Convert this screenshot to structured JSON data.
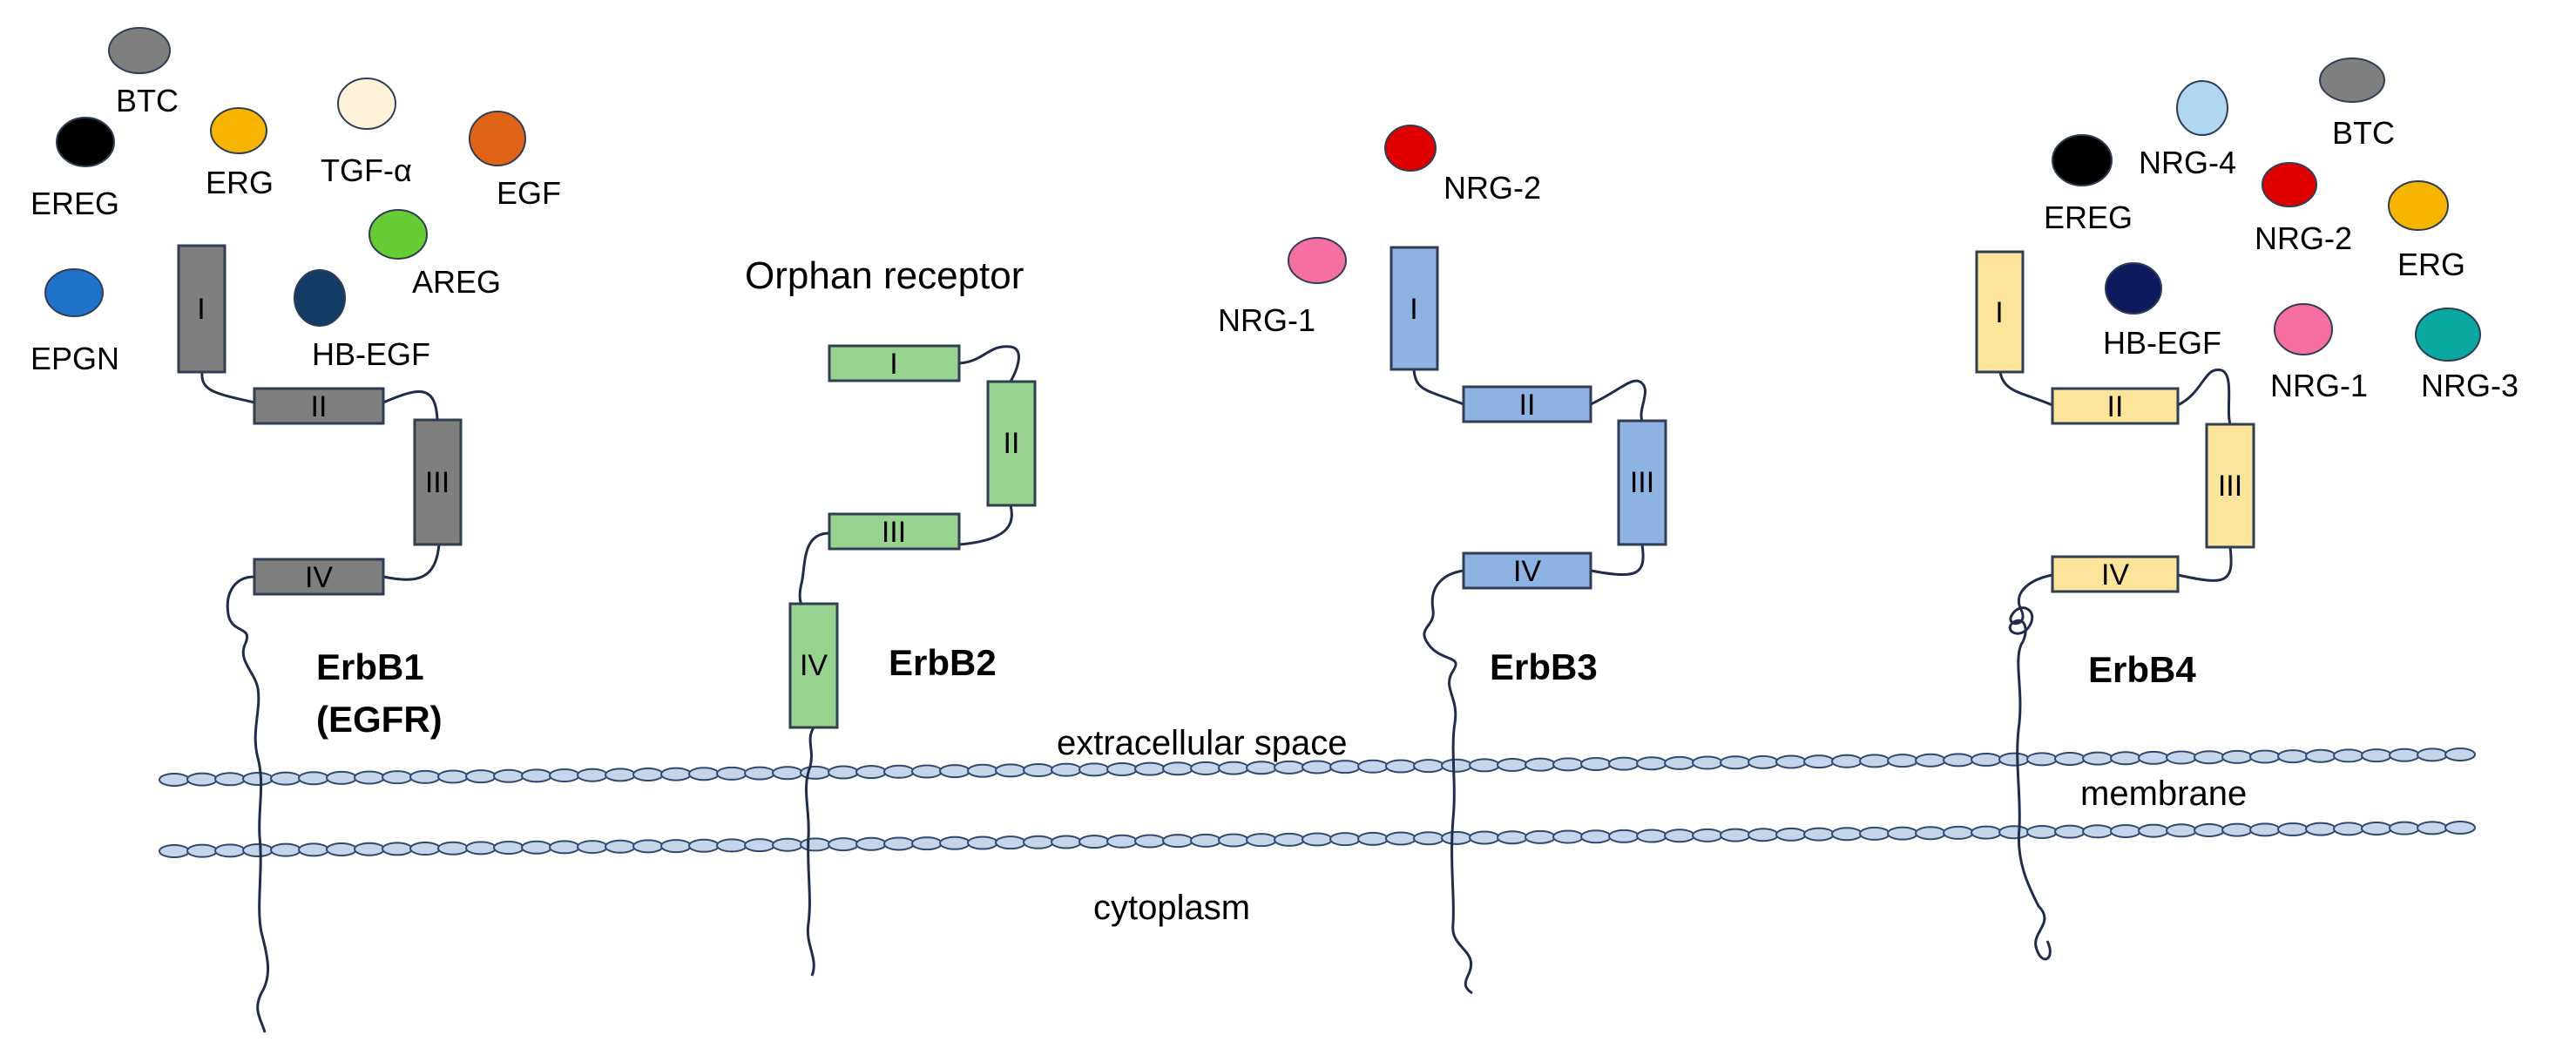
{
  "colors": {
    "erbb1_domain": "#7f7f7f",
    "erbb2_domain": "#97d38f",
    "erbb3_domain": "#8eb3e3",
    "erbb4_domain": "#fde49b",
    "domain_border": "#2f3d55",
    "membrane_bead": "#c5d5ea",
    "membrane_bead_edge": "#2e4a6e"
  },
  "regions": {
    "extracellular": "extracellular space",
    "membrane": "membrane",
    "cytoplasm": "cytoplasm"
  },
  "domain_labels": [
    "I",
    "II",
    "III",
    "IV"
  ],
  "receptors": [
    {
      "id": "erbb1",
      "title": "ErbB1",
      "subtitle": "(EGFR)"
    },
    {
      "id": "erbb2",
      "title": "ErbB2",
      "note": "Orphan receptor"
    },
    {
      "id": "erbb3",
      "title": "ErbB3"
    },
    {
      "id": "erbb4",
      "title": "ErbB4"
    }
  ],
  "ligands": {
    "erbb1": [
      {
        "label": "BTC",
        "color": "#7f7f7f",
        "icon": "ellipse"
      },
      {
        "label": "EREG",
        "color": "#000000",
        "icon": "ellipse"
      },
      {
        "label": "ERG",
        "color": "#f7b500",
        "icon": "ellipse"
      },
      {
        "label": "TGF-α",
        "color": "#fdf2d8",
        "icon": "ellipse"
      },
      {
        "label": "EGF",
        "color": "#e06418",
        "icon": "ellipse"
      },
      {
        "label": "AREG",
        "color": "#66cc33",
        "icon": "ellipse"
      },
      {
        "label": "EPGN",
        "color": "#1e73c8",
        "icon": "ellipse"
      },
      {
        "label": "HB-EGF",
        "color": "#143a66",
        "icon": "ellipse"
      }
    ],
    "erbb3": [
      {
        "label": "NRG-2",
        "color": "#e00000",
        "icon": "ellipse"
      },
      {
        "label": "NRG-1",
        "color": "#f66fa0",
        "icon": "ellipse"
      }
    ],
    "erbb4": [
      {
        "label": "NRG-4",
        "color": "#b0d6f0",
        "icon": "ellipse"
      },
      {
        "label": "BTC",
        "color": "#7f7f7f",
        "icon": "ellipse"
      },
      {
        "label": "EREG",
        "color": "#000000",
        "icon": "ellipse"
      },
      {
        "label": "NRG-2",
        "color": "#e00000",
        "icon": "ellipse"
      },
      {
        "label": "ERG",
        "color": "#f7b500",
        "icon": "ellipse"
      },
      {
        "label": "HB-EGF",
        "color": "#0d1a5e",
        "icon": "ellipse"
      },
      {
        "label": "NRG-1",
        "color": "#f66fa0",
        "icon": "ellipse"
      },
      {
        "label": "NRG-3",
        "color": "#0aa89e",
        "icon": "ellipse"
      }
    ]
  }
}
